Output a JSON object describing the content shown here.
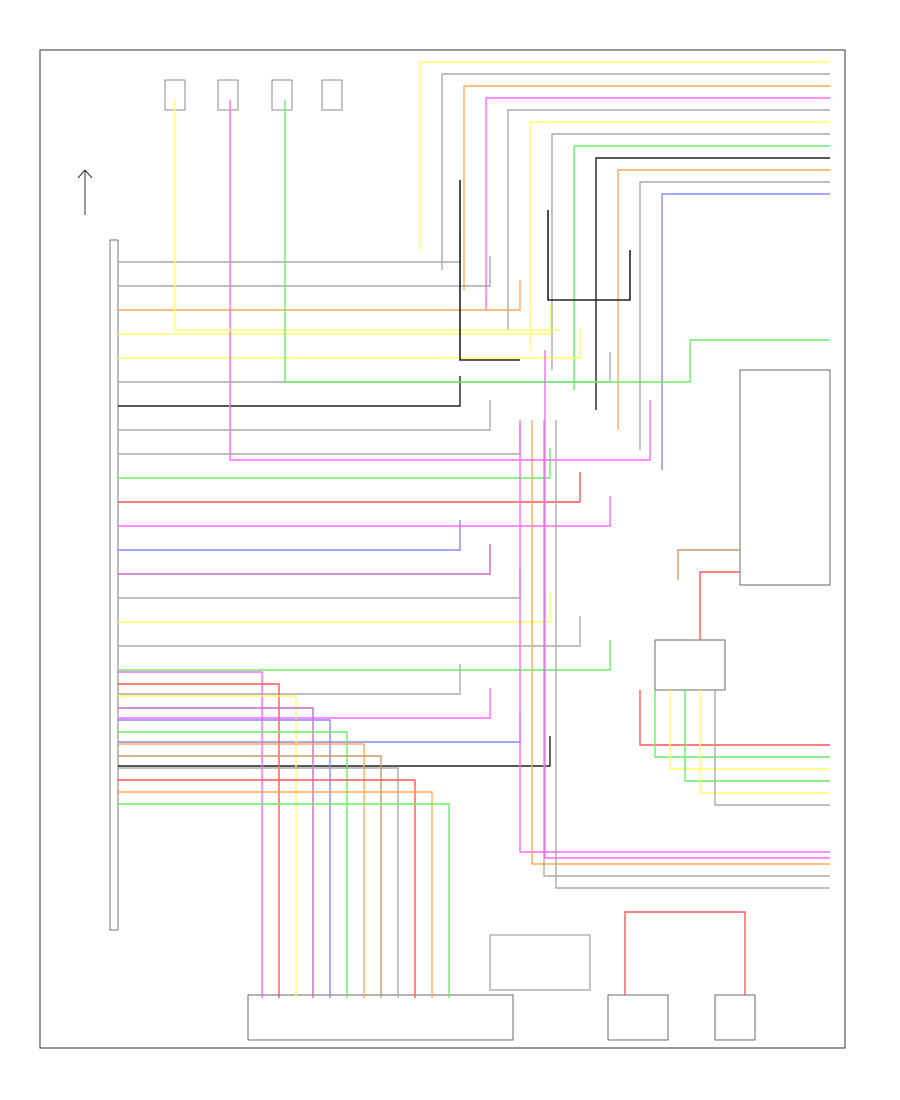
{
  "diagram": {
    "code": "",
    "palette": {
      "yellow": "#ffff66",
      "green": "#66ee66",
      "blue": "#8888ff",
      "pink": "#ff66ff",
      "red": "#ff5555",
      "orange": "#ffaa55",
      "brown": "#cc9966",
      "gray": "#aaaaaa",
      "black": "#222222",
      "violet": "#cc66cc"
    },
    "right_wires": [
      "yellow",
      "gray",
      "orange",
      "pink",
      "gray",
      "yellow",
      "gray",
      "green",
      "black",
      "orange",
      "gray",
      "blue"
    ],
    "left_wires": [
      "gray",
      "gray",
      "orange",
      "yellow",
      "yellow",
      "gray",
      "black",
      "gray",
      "gray",
      "green",
      "red",
      "pink",
      "blue",
      "violet",
      "gray",
      "yellow",
      "gray",
      "green",
      "gray",
      "pink",
      "blue",
      "black"
    ],
    "bottom_wires": [
      "pink",
      "red",
      "yellow",
      "violet",
      "blue",
      "green",
      "orange",
      "brown",
      "gray",
      "red",
      "orange",
      "green"
    ],
    "right_mid_wires": [
      "red",
      "green",
      "yellow",
      "green",
      "yellow",
      "gray"
    ],
    "right_low_wires": [
      "pink",
      "orange",
      "gray",
      "gray"
    ]
  }
}
